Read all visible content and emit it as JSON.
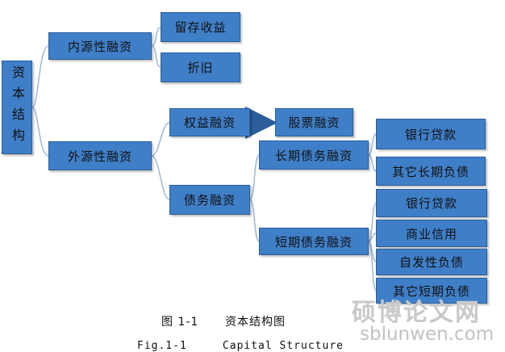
{
  "nodes": {
    "root": "资本结构",
    "internal": "内源性融资",
    "retained_earnings": "留存收益",
    "depreciation": "折旧",
    "external": "外源性融资",
    "equity": "权益融资",
    "stock": "股票融资",
    "debt": "债务融资",
    "long_term_debt": "长期债务融资",
    "bank_loan_long": "银行贷款",
    "other_long_term": "其它长期负债",
    "short_term_debt": "短期债务融资",
    "bank_loan_short": "银行贷款",
    "commercial_credit": "商业信用",
    "spontaneous": "自发性负债",
    "other_short_term": "其它短期负债"
  },
  "caption": {
    "cn": "图 1-1      资本结构图",
    "en": "Fig.1-1     Capital Structure"
  },
  "watermark": {
    "brand": "硕博论文网",
    "url": "sblunwen.com"
  },
  "colors": {
    "box_fill": "#3f7fc8",
    "box_border": "#2a5d99",
    "connector": "#9fb8d8"
  }
}
